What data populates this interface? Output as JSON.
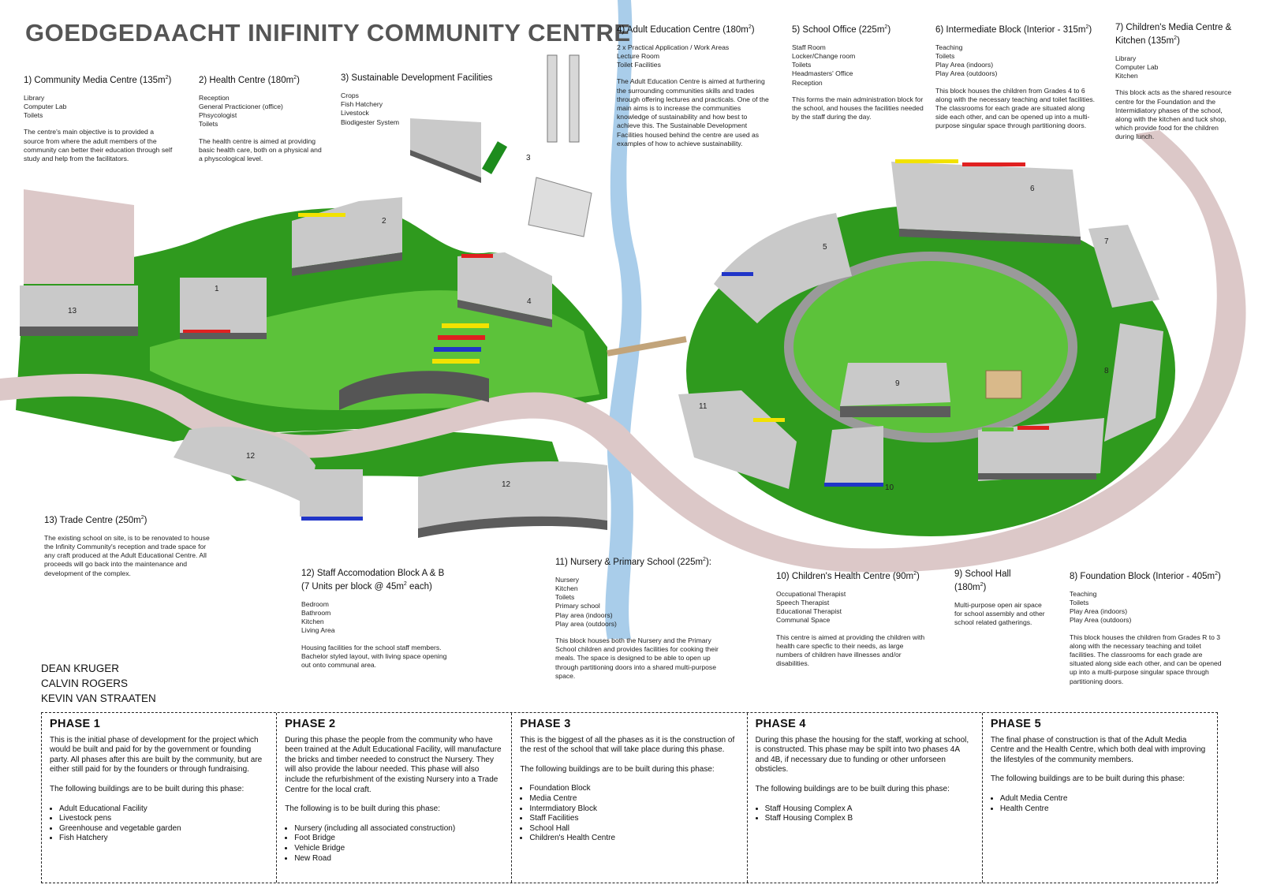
{
  "title": "GOEDGEDAACHT INIFINITY COMMUNITY CENTRE",
  "blocks": {
    "b1": {
      "heading": "1) Community Media Centre (135m",
      "sup": "2",
      "heading_end": ")",
      "items": [
        "Library",
        "Computer Lab",
        "Toilets"
      ],
      "desc": "The centre's main objective is to provided a source from where the adult members of the community can better their education through self study and help from the facilitators."
    },
    "b2": {
      "heading": "2) Health Centre (180m",
      "sup": "2",
      "heading_end": ")",
      "items": [
        "Reception",
        "General Practicioner (office)",
        "Phsycologist",
        "Toilets"
      ],
      "desc": "The health centre is aimed at providing basic health care, both on a physical and a physcological level."
    },
    "b3": {
      "heading": "3) Sustainable Development Facilities",
      "items": [
        "Crops",
        "Fish Hatchery",
        "Livestock",
        "Biodigester System"
      ]
    },
    "b4": {
      "heading": "4) Adult Education Centre (180m",
      "sup": "2",
      "heading_end": ")",
      "items": [
        "2 x Practical Application / Work Areas",
        "Lecture Room",
        "Toilet Facilities"
      ],
      "desc": "The Adult Education Centre is aimed at furthering the surrounding communities skills and trades through offering lectures and practicals. One of the main aims is to increase the communities knowledge of sustainability and how best to achieve this. The Sustainable Development Facilities housed behind the centre are used as examples of how to achieve sustainability."
    },
    "b5": {
      "heading": "5) School Office (225m",
      "sup": "2",
      "heading_end": ")",
      "items": [
        "Staff Room",
        "Locker/Change room",
        "Toilets",
        "Headmasters' Office",
        "Reception"
      ],
      "desc": "This forms the main administration block for the school, and houses the facilities needed by the staff during the day."
    },
    "b6": {
      "heading": "6) Intermediate Block (Interior - 315m",
      "sup": "2",
      "heading_end": ")",
      "items": [
        "Teaching",
        "Toilets",
        "Play Area (indoors)",
        "Play Area (outdoors)"
      ],
      "desc": "This block houses the children from Grades 4 to 6 along with the necessary teaching and toilet facilities. The classrooms for each grade are situated along side each other, and can be opened up into a multi-purpose singular space through partitioning doors."
    },
    "b7": {
      "heading": "7) Children's Media Centre & Kitchen (135m",
      "sup": "2",
      "heading_end": ")",
      "items": [
        "Library",
        "Computer Lab",
        "Kitchen"
      ],
      "desc": "This block acts as the shared resource centre for the Foundation and the Intermidiatory phases of the school, along with the kitchen and tuck shop, which provide food for the children during lunch."
    },
    "b8": {
      "heading": "8) Foundation Block (Interior - 405m",
      "sup": "2",
      "heading_end": ")",
      "items": [
        "Teaching",
        "Toilets",
        "Play Area (indoors)",
        "Play Area (outdoors)"
      ],
      "desc": "This block houses the children from Grades R to 3 along with the necessary teaching and toilet facilities. The classrooms for each grade are situated along side each other, and can be opened up into a multi-purpose singular space through partitioning doors."
    },
    "b9": {
      "heading": "9) School Hall (180m",
      "sup": "2",
      "heading_end": ")",
      "desc": "Multi-purpose open air space for school assembly and other school related gatherings."
    },
    "b10": {
      "heading": "10) Children's Health Centre (90m",
      "sup": "2",
      "heading_end": ")",
      "items": [
        "Occupational Therapist",
        "Speech Therapist",
        "Educational Therapist",
        "Communal Space"
      ],
      "desc": "This centre is aimed at providing the children with health care specfic to their needs, as large numbers of children have illnesses and/or disabilities."
    },
    "b11": {
      "heading": "11) Nursery & Primary School (225m",
      "sup": "2",
      "heading_end": "):",
      "items": [
        "Nursery",
        "Kitchen",
        "Toilets",
        "Primary school",
        "Play area (indoors)",
        "Play area (outdoors)"
      ],
      "desc": "This block houses both the Nursery and the Primary School children and provides facilities for cooking their meals. The space is designed to be able to open up through partitioning doors into a shared multi-purpose space."
    },
    "b12": {
      "heading": "12) Staff Accomodation Block A & B",
      "heading2": "(7 Units per block @ 45m",
      "sup": "2",
      "heading_end": " each)",
      "items": [
        "Bedroom",
        "Bathroom",
        "Kitchen",
        "Living Area"
      ],
      "desc": "Housing facilities for the school staff members. Bachelor styled layout, with living space opening out onto communal area."
    },
    "b13": {
      "heading": "13) Trade Centre (250m",
      "sup": "2",
      "heading_end": ")",
      "desc": "The existing school on site, is to be renovated to house the Infinity Community's reception and trade space for any craft produced at the Adult Educational Centre. All proceeds will go back into the maintenance and development of the complex."
    }
  },
  "authors": [
    "DEAN KRUGER",
    "CALVIN ROGERS",
    "KEVIN VAN STRAATEN"
  ],
  "map_labels": [
    "1",
    "2",
    "3",
    "4",
    "5",
    "6",
    "7",
    "8",
    "9",
    "10",
    "11",
    "12",
    "12",
    "13"
  ],
  "colors": {
    "grass": "#2f9a1e",
    "grass_light": "#5cc23a",
    "path": "#dcc8c8",
    "river": "#a9cdea",
    "roof": "#c9c9c9",
    "wall": "#5c5c5c",
    "accent_red": "#e02020",
    "accent_yellow": "#f2e200",
    "accent_blue": "#2035c8"
  },
  "phases": [
    {
      "title": "PHASE 1",
      "text": "This is the initial phase of development for the project which would be built and paid for by the government or founding party. All phases after this are built by the community, but are either still paid for by the founders or through fundraising.",
      "intro": "The following buildings are to be built during this phase:",
      "items": [
        "Adult Educational Facility",
        "Livestock pens",
        "Greenhouse and vegetable garden",
        "Fish Hatchery"
      ]
    },
    {
      "title": "PHASE 2",
      "text": "During this phase the people from the community who have been trained at the Adult Educational Facility, will manufacture the bricks and timber needed to construct the Nursery. They will also provide the labour needed. This phase will also include the refurbishment of the existing Nursery into a Trade Centre for the local craft.",
      "intro": "The following is to be built during this phase:",
      "items": [
        "Nursery (including all associated construction)",
        "Foot Bridge",
        "Vehicle Bridge",
        "New Road"
      ]
    },
    {
      "title": "PHASE 3",
      "text": "This is the biggest of all the phases as it is the construction of the rest of the school that will take place during this phase.",
      "intro": "The following buildings are to be built during this phase:",
      "items": [
        "Foundation Block",
        "Media Centre",
        "Intermdiatory Block",
        "Staff Facilities",
        "School Hall",
        "Children's Health Centre"
      ]
    },
    {
      "title": "PHASE 4",
      "text": "During this phase the housing for the staff, working at school, is constructed. This phase may be spilt into two phases 4A and 4B, if necessary due to funding or other unforseen obsticles.",
      "intro": "The following buildings are to be built during this phase:",
      "items": [
        "Staff Housing Complex A",
        "Staff Housing Complex B"
      ]
    },
    {
      "title": "PHASE 5",
      "text": "The final phase of construction is that of the Adult Media Centre and the Health Centre, which both deal with improving the lifestyles of the community members.",
      "intro": "The following buildings are to be built during this phase:",
      "items": [
        "Adult Media Centre",
        "Health Centre"
      ]
    }
  ]
}
